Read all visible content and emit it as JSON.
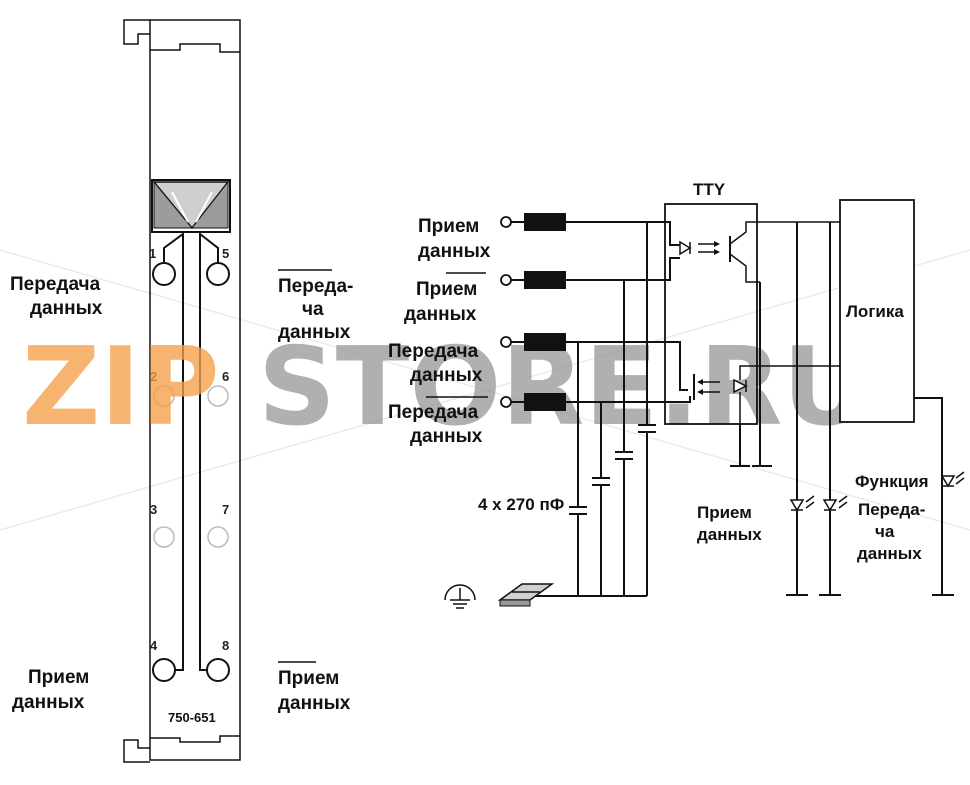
{
  "module": {
    "part_number": "750-651",
    "pins": [
      "1",
      "5",
      "2",
      "6",
      "3",
      "7",
      "4",
      "8"
    ],
    "left_top_label": [
      "Передача",
      "данных"
    ],
    "right_top_label": [
      "Переда-",
      "ча",
      "данных"
    ],
    "left_bottom_label": [
      "Прием",
      "данных"
    ],
    "right_bottom_label": [
      "Прием",
      "данных"
    ]
  },
  "schematic": {
    "tty_label": "TTY",
    "logic_label": "Логика",
    "inputs": [
      [
        "Прием",
        "данных"
      ],
      [
        "Прием",
        "данных"
      ],
      [
        "Передача",
        "данных"
      ],
      [
        "Передача",
        "данных"
      ]
    ],
    "capacitor_label": "4 x 270 пФ",
    "led_receive_label": [
      "Прием",
      "данных"
    ],
    "led_function_label": "Функция",
    "led_transmit_label": [
      "Переда-",
      "ча",
      "данных"
    ]
  },
  "watermark": {
    "part1": "ZIP",
    "part2": "STORE.RU",
    "color1": "#f5a04a",
    "color2": "#9a9a9a"
  }
}
